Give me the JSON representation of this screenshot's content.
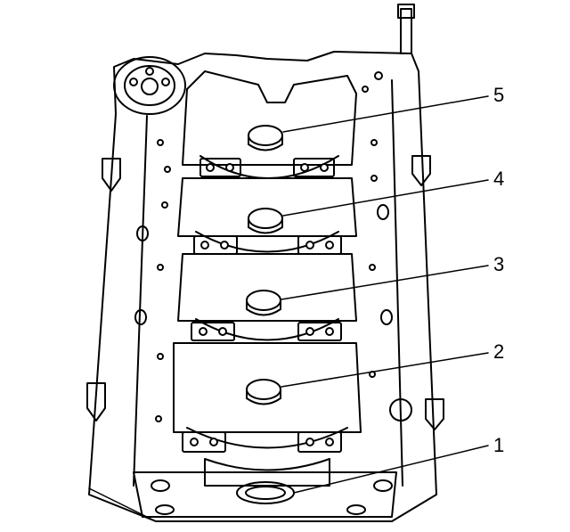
{
  "diagram": {
    "callouts": [
      {
        "label": "5"
      },
      {
        "label": "4"
      },
      {
        "label": "3"
      },
      {
        "label": "2"
      },
      {
        "label": "1"
      }
    ]
  }
}
